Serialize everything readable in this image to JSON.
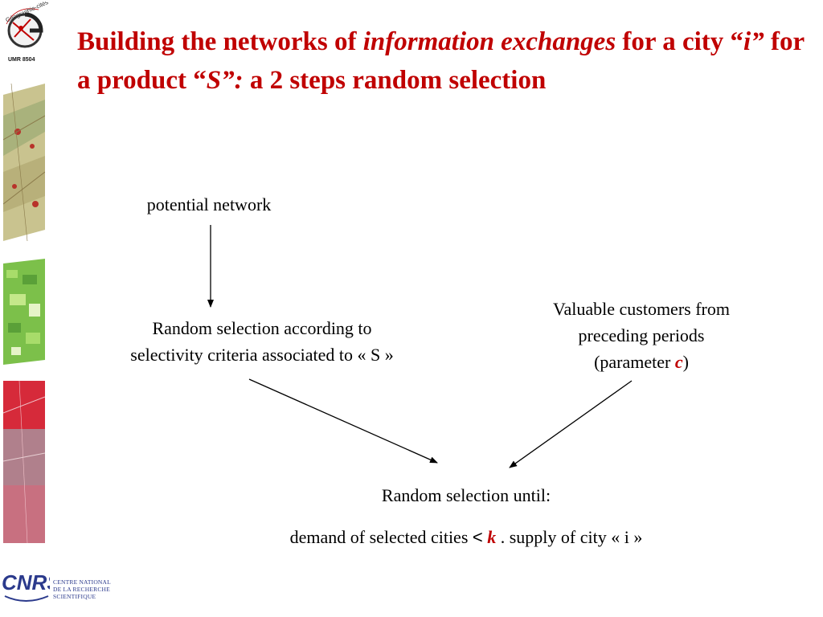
{
  "title": {
    "part1": "Building the networks of ",
    "part2_italic": "information exchanges",
    "part3": " for a city “",
    "part4_italic": "i”",
    "part5": " for a product “",
    "part6_italic": "S”:",
    "part7": " a 2 steps random selection"
  },
  "nodes": {
    "potential_network": "potential network",
    "random_selection_line1": "Random selection according to",
    "random_selection_line2": "selectivity criteria associated to « S »",
    "valuable_line1": "Valuable customers from",
    "valuable_line2": "preceding periods",
    "valuable_line3_prefix": "(parameter ",
    "valuable_param": "c",
    "valuable_line3_suffix": ")",
    "until_label": "Random selection until:",
    "demand_prefix": "demand of selected cities ",
    "demand_lt": "<",
    "demand_param": "k",
    "demand_suffix": " . supply of city « i »"
  },
  "logos": {
    "geo_text": "Géographie-cités",
    "geo_umr": "UMR 8504",
    "cnrs_line1": "CENTRE NATIONAL",
    "cnrs_line2": "DE LA RECHERCHE",
    "cnrs_line3": "SCIENTIFIQUE",
    "cnrs_mark": "CNRS"
  },
  "colors": {
    "accent_red": "#c00000",
    "cnrs_blue": "#2b3a8c"
  }
}
